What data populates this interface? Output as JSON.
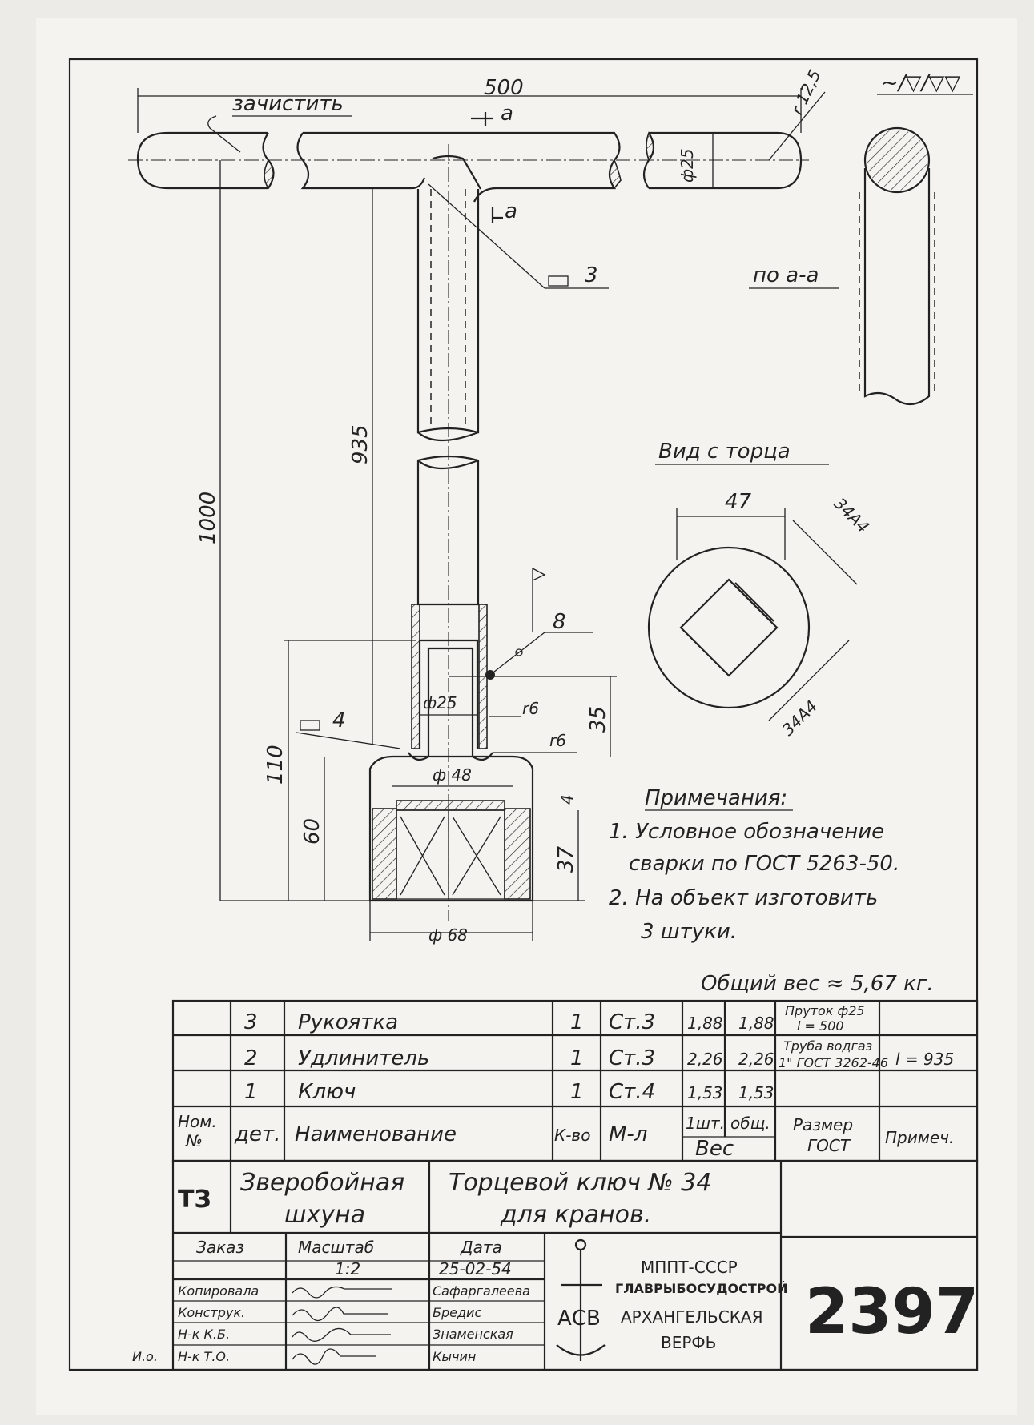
{
  "drawing": {
    "finish_symbol": "~/▽/▽▽",
    "dim_length_top": "500",
    "note_clean": "зачистить",
    "section_mark": "а",
    "radius_end": "r 12,5",
    "dia_handle": "ф25",
    "weld_callout_3": "3",
    "section_view_label": "по а-а",
    "dim_935": "935",
    "dim_1000": "1000",
    "dim_110": "110",
    "dim_60": "60",
    "dim_35": "35",
    "dim_37": "37",
    "dim_4": "4",
    "callout_8": "8",
    "callout_4": "4",
    "dia_25_inner": "ф25",
    "r6_a": "r6",
    "r6_b": "r6",
    "dia_48": "ф 48",
    "dia_68": "ф 68",
    "end_view_title": "Вид с торца",
    "dim_47": "47",
    "dim_34a": "34А4",
    "dim_34b": "34А4"
  },
  "notes": {
    "title": "Примечания:",
    "line1": "1. Условное обозначение",
    "line2": "сварки по ГОСТ 5263-50.",
    "line3": "2. На объект изготовить",
    "line4": "3 штуки."
  },
  "total_weight": "Общий вес ≈ 5,67 кг.",
  "parts": [
    {
      "num": "3",
      "name": "Рукоятка",
      "qty": "1",
      "mat": "Ст.3",
      "w1": "1,88",
      "wt": "1,88",
      "size": "Пруток ф25",
      "size2": "l = 500",
      "note": ""
    },
    {
      "num": "2",
      "name": "Удлинитель",
      "qty": "1",
      "mat": "Ст.3",
      "w1": "2,26",
      "wt": "2,26",
      "size": "Труба водгаз",
      "size2": "1\" ГОСТ 3262-46",
      "note": "l = 935"
    },
    {
      "num": "1",
      "name": "Ключ",
      "qty": "1",
      "mat": "Ст.4",
      "w1": "1,53",
      "wt": "1,53",
      "size": "",
      "size2": "",
      "note": ""
    }
  ],
  "headers": {
    "nom": "Ном.",
    "no": "№",
    "det": "дет.",
    "name": "Наименование",
    "qty": "К-во",
    "mat": "М-л",
    "w1": "1шт.",
    "wt": "общ.",
    "weight": "Вес",
    "size": "Размер",
    "size2": "ГОСТ",
    "note": "Примеч."
  },
  "title_block": {
    "code": "ТЗ",
    "project1": "Зверобойная",
    "project2": "шхуна",
    "title1": "Торцевой ключ № 34",
    "title2": "для кранов.",
    "order_label": "Заказ",
    "scale_label": "Масштаб",
    "scale": "1:2",
    "date_label": "Дата",
    "date": "25-02-54",
    "org1": "МППТ-СССР",
    "org2": "ГЛАВРЫБОСУДОСТРОЙ",
    "org3": "АРХАНГЕЛЬСКАЯ",
    "org4": "ВЕРФЬ",
    "logo": "АСВ",
    "drawing_no": "2397",
    "signers": [
      {
        "role": "Копировала",
        "name": "Сафаргалеева"
      },
      {
        "role": "Конструк.",
        "name": "Бредис"
      },
      {
        "role": "Н-к К.Б.",
        "name": "Знаменская"
      },
      {
        "role": "Н-к Т.О.",
        "name": "Кычин"
      }
    ],
    "side_mark": "И.о."
  }
}
